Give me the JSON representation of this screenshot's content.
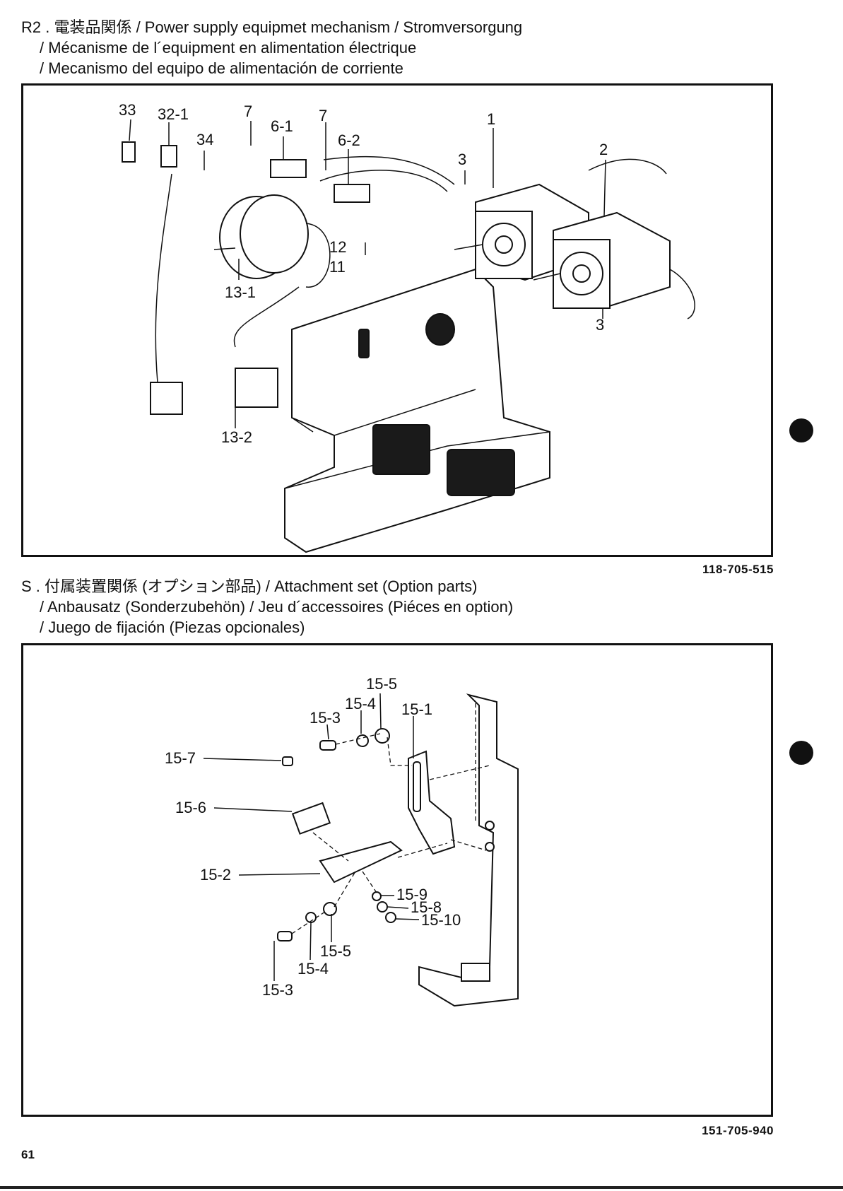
{
  "sections": {
    "r2": {
      "title_line1": "R2 . 電装品関係 / Power supply equipmet mechanism / Stromversorgung",
      "title_line2": "/ Mécanisme de l´equipment en alimentation électrique",
      "title_line3": "/ Mecanismo del equipo de alimentación de corriente",
      "diagram_code": "118-705-515",
      "callouts": [
        "33",
        "32-1",
        "34",
        "7",
        "6-1",
        "7",
        "6-2",
        "1",
        "3",
        "2",
        "12",
        "11",
        "13-1",
        "13-2",
        "3"
      ]
    },
    "s": {
      "title_line1": "S . 付属装置関係 (オプション部品) / Attachment set (Option parts)",
      "title_line2": "/ Anbausatz (Sonderzubehön) / Jeu d´accessoires (Piéces en option)",
      "title_line3": "/ Juego de fijación (Piezas opcionales)",
      "diagram_code": "151-705-940",
      "callouts": [
        "15-5",
        "15-4",
        "15-3",
        "15-1",
        "15-7",
        "15-6",
        "15-2",
        "15-9",
        "15-8",
        "15-10",
        "15-5",
        "15-4",
        "15-3"
      ]
    }
  },
  "page_number": "61"
}
